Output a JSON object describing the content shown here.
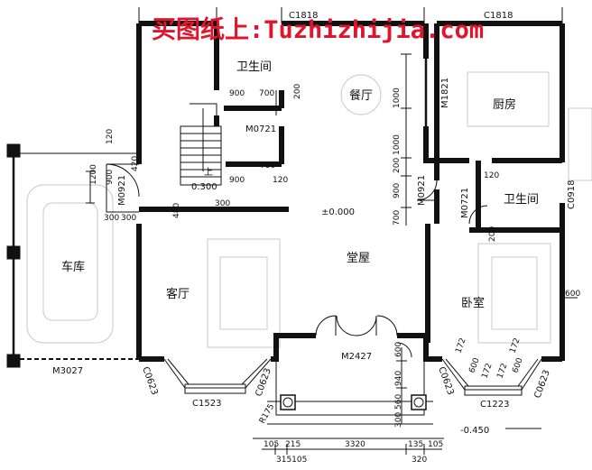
{
  "watermark": "买图纸上:Tuzhizhijia.com",
  "rooms": {
    "garage": "车库",
    "bathroom_top": "卫生间",
    "dining": "餐厅",
    "kitchen": "厨房",
    "bathroom_right": "卫生间",
    "hall": "堂屋",
    "living": "客厅",
    "bedroom": "卧室"
  },
  "door_codes": {
    "m0721_top": "M0721",
    "m0921_left": "M0921",
    "m1821": "M1821",
    "m0921_right": "M0921",
    "m0721_right": "M0721",
    "m2427": "M2427",
    "m3027": "M3027"
  },
  "window_codes": {
    "c1818_top": "C1818",
    "c1818_kitchen": "C1818",
    "c0918": "C0918",
    "c0623_1": "C0623",
    "c0623_2": "C0623",
    "c0623_3": "C0623",
    "c0623_4": "C0623",
    "c1523": "C1523",
    "c1223": "C1223"
  },
  "levels": {
    "stair": "0.300",
    "stair_up": "上",
    "hall": "±0.000",
    "exterior": "-0.450"
  },
  "dimensions": {
    "d900_a": "900",
    "d700_a": "700",
    "d200_a": "200",
    "d780": "780",
    "d900_b": "900",
    "d120_a": "120",
    "d1200": "1200",
    "d120_b": "120",
    "d900_c": "900",
    "d420": "420",
    "d300_a": "300",
    "d300_b": "300",
    "d480": "480",
    "d300_c": "300",
    "v1000": "1000",
    "v1000b": "1000",
    "v200": "200",
    "v900": "900",
    "v700": "700",
    "d120_c": "120",
    "d200_b": "200",
    "d600_r": "600",
    "d600_door": "600",
    "d940": "940",
    "d560": "560",
    "d300_d": "300",
    "r175": "R175",
    "b105_a": "105",
    "b215": "215",
    "b3320": "3320",
    "b135": "135",
    "b105_b": "105",
    "b315105": "315105",
    "b320": "320",
    "bay172_a": "172",
    "bay600_a": "600",
    "bay172_b": "172",
    "bay172_c": "172",
    "bay600_b": "600",
    "bay172_d": "172"
  }
}
